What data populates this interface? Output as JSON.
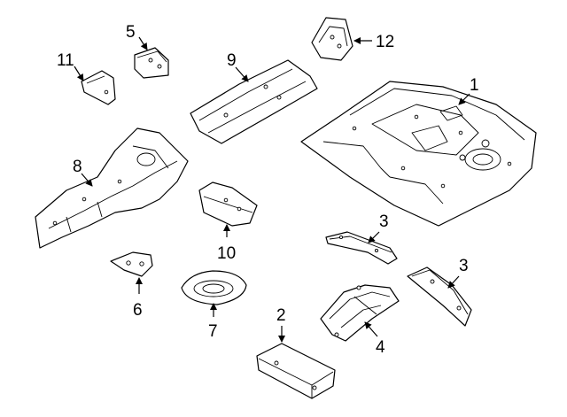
{
  "callouts": [
    {
      "id": "1",
      "label": "1"
    },
    {
      "id": "2",
      "label": "2"
    },
    {
      "id": "3a",
      "label": "3"
    },
    {
      "id": "3b",
      "label": "3"
    },
    {
      "id": "4",
      "label": "4"
    },
    {
      "id": "5",
      "label": "5"
    },
    {
      "id": "6",
      "label": "6"
    },
    {
      "id": "7",
      "label": "7"
    },
    {
      "id": "8",
      "label": "8"
    },
    {
      "id": "9",
      "label": "9"
    },
    {
      "id": "10",
      "label": "10"
    },
    {
      "id": "11",
      "label": "11"
    },
    {
      "id": "12",
      "label": "12"
    }
  ]
}
